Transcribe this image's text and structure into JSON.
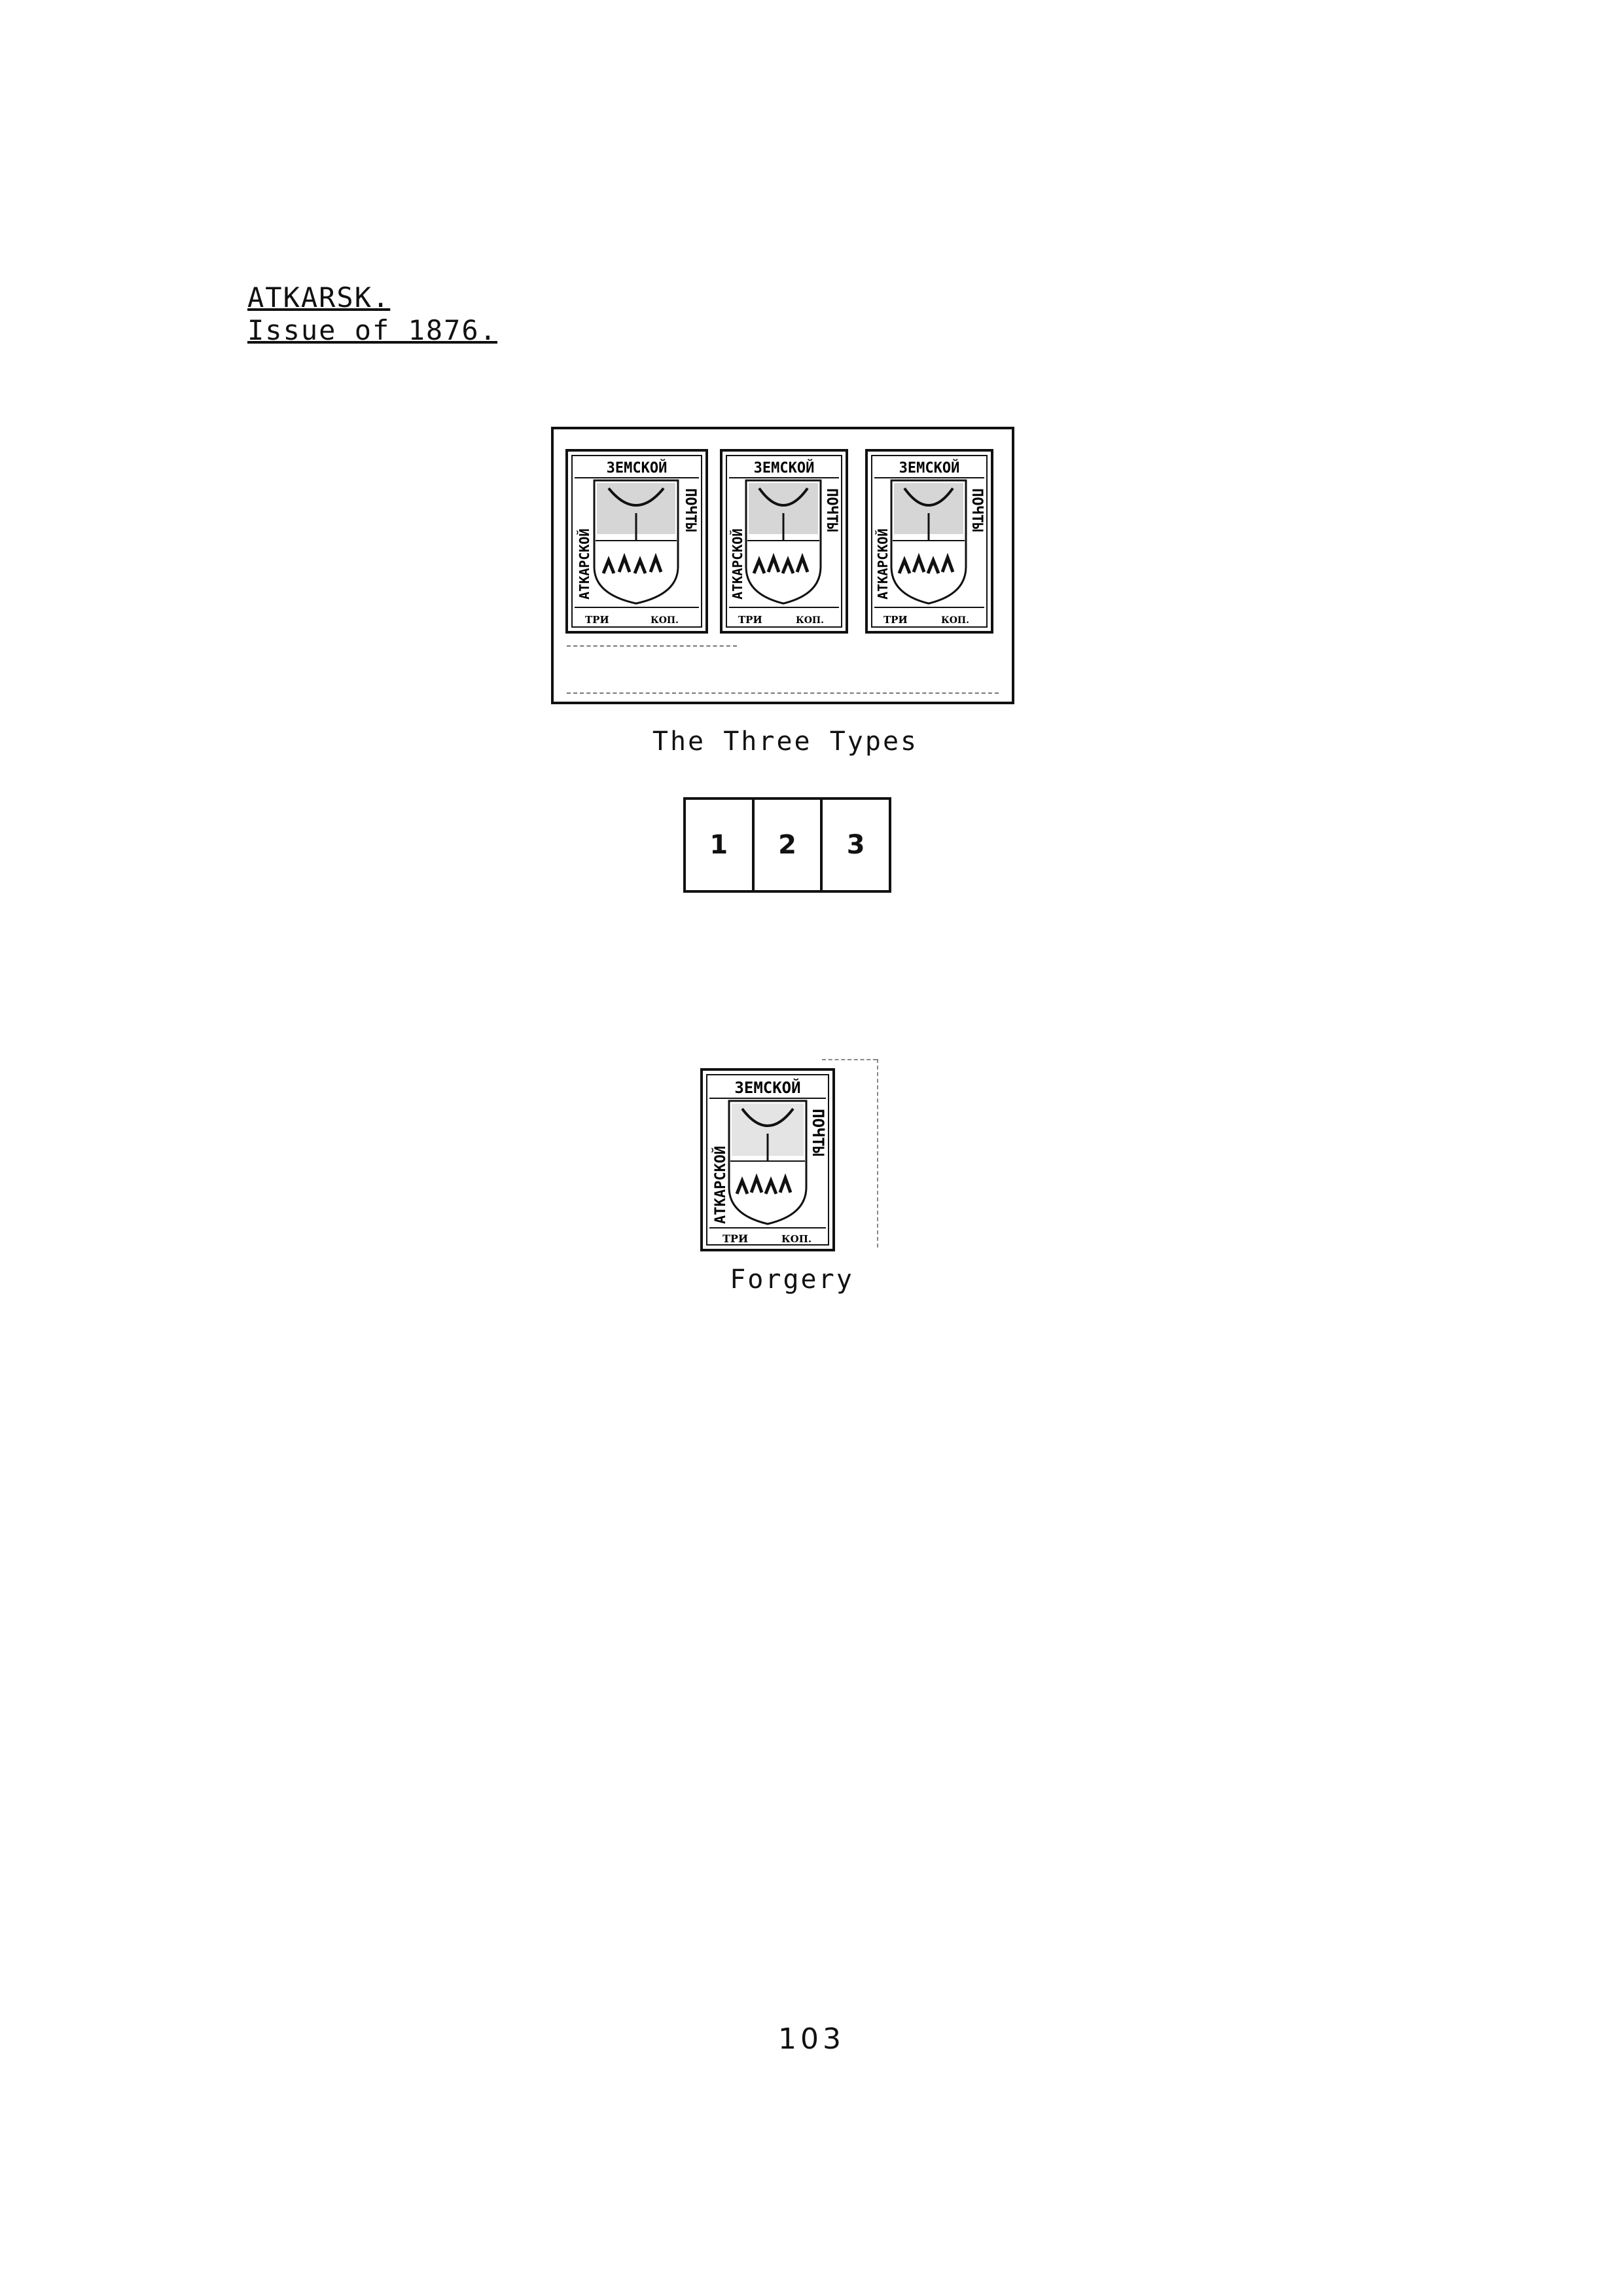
{
  "heading": {
    "place": "ATKARSK.",
    "issue": "Issue of 1876."
  },
  "stamp": {
    "top_text": "ЗЕМСКОЙ",
    "left_text": "АТКАРСКОЙ",
    "right_text": "ПОЧТЫ",
    "value_left": "ТРИ",
    "value_right": "КОП."
  },
  "types_caption": "The Three Types",
  "type_numbers": [
    "1",
    "2",
    "3"
  ],
  "forgery_caption": "Forgery",
  "page_number": "103"
}
